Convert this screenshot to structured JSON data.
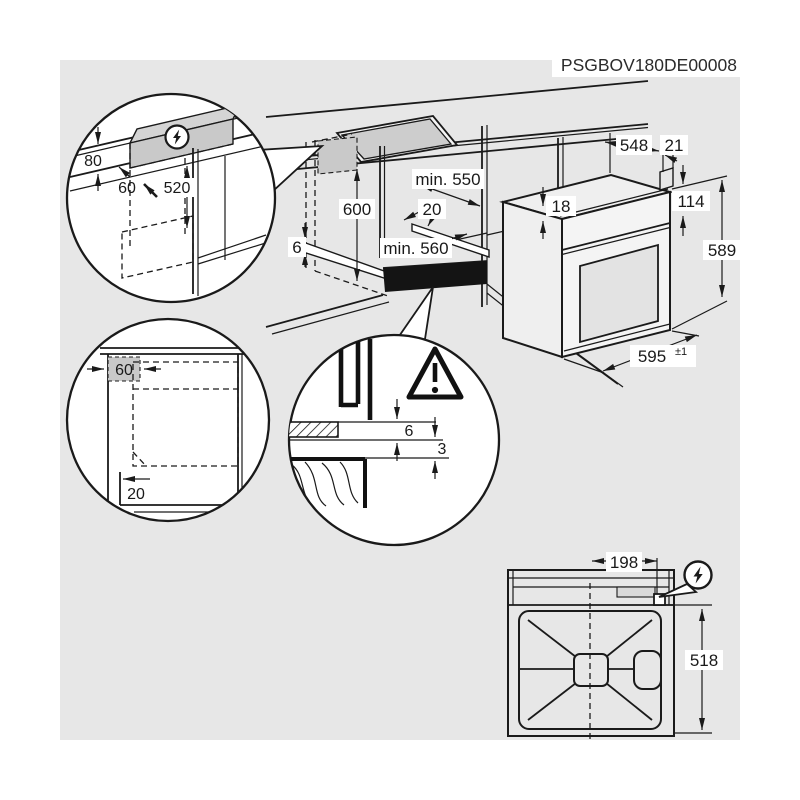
{
  "title": "PSGBOV180DE00008",
  "colors": {
    "background": "#e7e7e7",
    "line": "#1a1a1a",
    "shade": "#c9c9c9",
    "label_bg": "#ffffff",
    "plinth": "#141414"
  },
  "detail_top_left": {
    "worktop_thickness": "80",
    "connection_offset": "60",
    "niche_height": "520"
  },
  "cabinet": {
    "niche_height": "600",
    "depth_min": "min. 550",
    "rail_inset": "20",
    "width_min": "min. 560",
    "rail_thickness": "6"
  },
  "oven": {
    "depth": "548",
    "rear_gap": "21",
    "top_thickness": "18",
    "front_height": "114",
    "height": "589",
    "width": "595",
    "width_tolerance": "±1"
  },
  "detail_side_view": {
    "connection_zone_width": "60",
    "plinth_inset": "20"
  },
  "detail_front_gap": {
    "upper_gap": "6",
    "lower_gap": "3"
  },
  "rear_view": {
    "connection_offset_x": "198",
    "connection_offset_y": "518"
  }
}
